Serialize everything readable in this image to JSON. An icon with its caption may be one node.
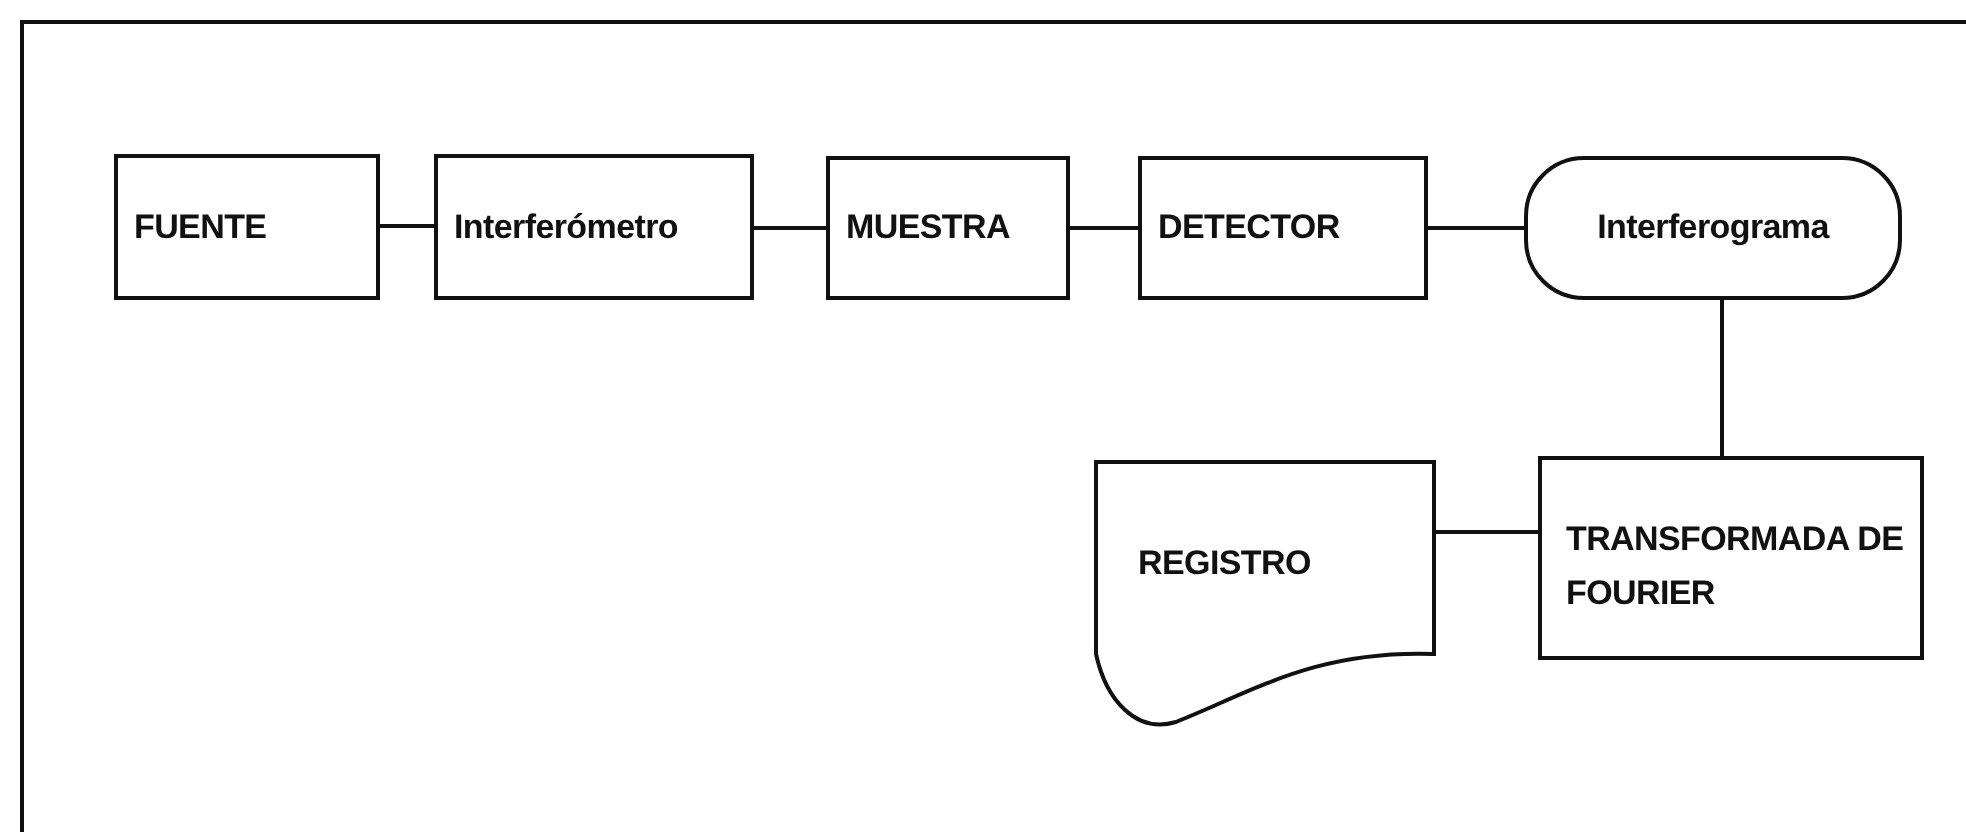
{
  "diagram": {
    "nodes": [
      {
        "text": [
          "FUENTE"
        ]
      },
      {
        "text": [
          "Interferómetro"
        ]
      },
      {
        "text": [
          "MUESTRA"
        ]
      },
      {
        "text": [
          "DETECTOR"
        ]
      },
      {
        "text": [
          "Interferograma"
        ]
      },
      {
        "text": [
          "TRANSFORMADA DE FOURIER"
        ]
      },
      {
        "text": [
          "REGISTRO"
        ]
      }
    ],
    "edges": [
      {
        "from": 0,
        "to": 1,
        "arrow": "none"
      },
      {
        "from": 1,
        "to": 2,
        "arrow": "none"
      },
      {
        "from": 2,
        "to": 3,
        "arrow": "none"
      },
      {
        "from": 3,
        "to": 4,
        "arrow": "none"
      },
      {
        "from": 4,
        "to": 5,
        "arrow": "none"
      },
      {
        "from": 5,
        "to": 6,
        "arrow": "none"
      }
    ]
  }
}
